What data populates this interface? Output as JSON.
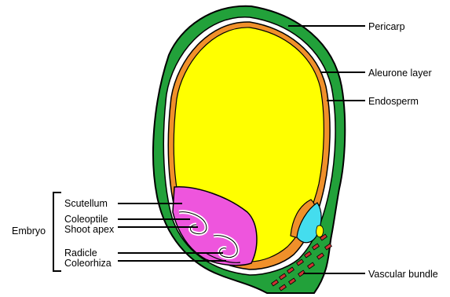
{
  "labels": {
    "pericarp": "Pericarp",
    "aleurone": "Aleurone layer",
    "endosperm": "Endosperm",
    "vascular_bundle": "Vascular bundle",
    "embryo": "Embryo",
    "scutellum": "Scutellum",
    "coleoptile": "Coleoptile",
    "shoot_apex": "Shoot apex",
    "radicle": "Radicle",
    "coleorhiza": "Coleorhiza"
  },
  "colors": {
    "pericarp": "#22a13a",
    "aleurone": "#f0902a",
    "endosperm": "#ffff00",
    "scutellum": "#ee55dd",
    "cyan_tissue": "#44ddee",
    "vascular": "#cc3333",
    "outline": "#000000"
  }
}
